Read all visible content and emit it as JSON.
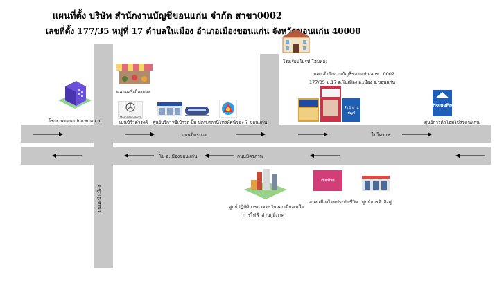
{
  "title": {
    "line1": "แผนที่ตั้ง บริษัท สำนักงานบัญชีขอนแก่น จำกัด สาขา0002",
    "line2": "เลขที่ตั้ง 177/35 หมู่ที่ 17  ตำบลในเมือง อำเภอเมืองขอนแก่น จังหวัดขอนแก่น 40000"
  },
  "roads": {
    "upper_label": "ถนนมิตรภาพ",
    "lower_label": "ถนนมิตรภาพ",
    "vertical_label": "ถนนหน้าเมือง",
    "upper_direction": "ไปโคราช",
    "lower_direction": "ไป อ.เมืองขอนแก่น"
  },
  "landmarks": {
    "hospital": "โรงงานขอนแก่นแหนหนาม",
    "market": "ตลาดศรีเมืองทอง",
    "mercedes": "เบนซ์วิวดำรงค์",
    "mercedes_logo": "Mercedes-Benz",
    "car_center": "ศูนย์บริการซีเข้ารถ",
    "train_station": "ปั๊ม ปตท.",
    "station_7": "สถานีโทรทัศน์ช่อง 7 ขอนแก่น",
    "school": "โรงเรียนไบรท์ โฮมทอง",
    "office_label_1": "บจก.สำนักงานบัญชีขอนแก่น สาขา 0002",
    "office_label_2": "177/35 ม.17 ต.ในเมือง อ.เมือง จ.ขอนแก่น",
    "sign_3": "สำนักงานบัญชี",
    "homepro_logo": "HomePro",
    "homepro": "ศูนย์การค้าโฮมโปรขอนแก่น",
    "govt_center": "ศูนย์ปฏิบัติการภาคตะวันออกเฉียงเหนือ",
    "govt_center_2": "การไฟฟ้าส่วนภูมิภาค",
    "electricity": "สนง.เมืองไทยประกันชีวิต",
    "electricity_sign": "เมืองไทย",
    "mall": "ศูนย์การค้าอิงคู่"
  },
  "colors": {
    "road": "#c7c7c7",
    "arrow": "#000000",
    "background": "#ffffff"
  }
}
